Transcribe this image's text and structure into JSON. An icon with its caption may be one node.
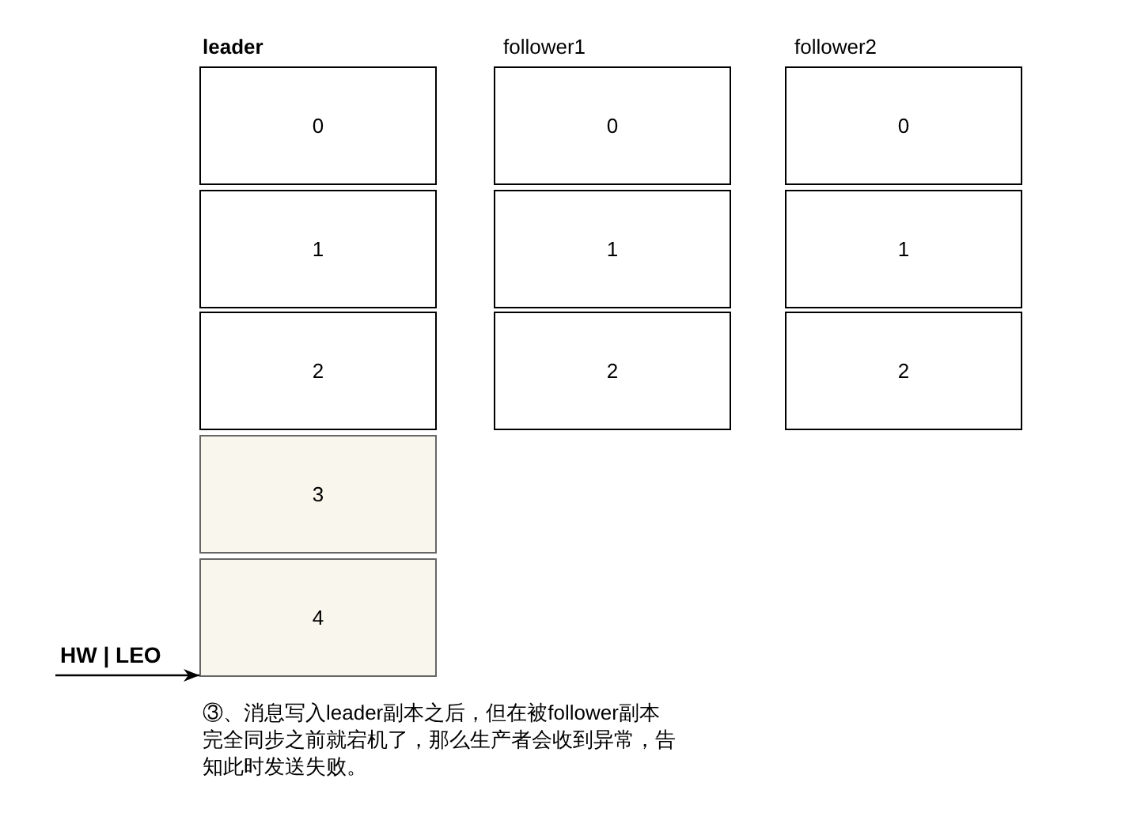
{
  "diagram": {
    "nodes": [
      {
        "text": [
          "0"
        ]
      },
      {
        "text": [
          "1"
        ]
      },
      {
        "text": [
          "2"
        ]
      },
      {
        "text": [
          "3"
        ]
      },
      {
        "text": [
          "4"
        ]
      },
      {
        "text": [
          "0"
        ]
      },
      {
        "text": [
          "1"
        ]
      },
      {
        "text": [
          "2"
        ]
      },
      {
        "text": [
          "0"
        ]
      },
      {
        "text": [
          "1"
        ]
      },
      {
        "text": [
          "2"
        ]
      }
    ],
    "edges": [
      {
        "from": null,
        "to": 4,
        "arrow": "to",
        "label": "HW | LEO"
      }
    ],
    "labels": [
      "leader",
      "follower1",
      "follower2",
      "③、消息写入leader副本之后，但在被follower副本完全同步之前就宕机了，那么生产者会收到异常，告知此时发送失败。"
    ]
  }
}
